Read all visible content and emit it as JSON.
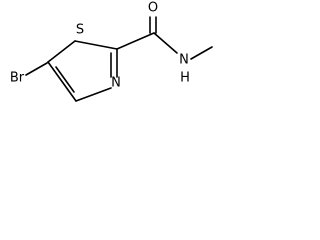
{
  "molecule": {
    "atoms": {
      "bromine": "Br",
      "sulfur": "S",
      "nitrogen_ring": "N",
      "oxygen": "O",
      "nitrogen_amide": "N",
      "hydrogen": "H"
    }
  }
}
